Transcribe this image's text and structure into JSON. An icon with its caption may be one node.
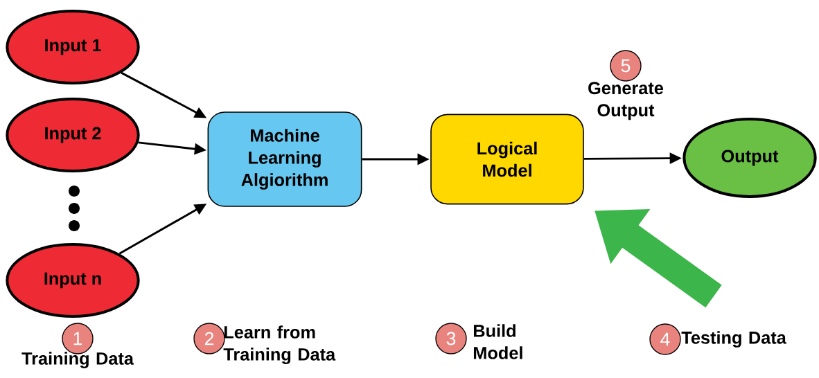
{
  "diagram": {
    "nodes": [
      {
        "text": [
          "Input 1"
        ]
      },
      {
        "text": [
          "Input 2"
        ]
      },
      {
        "text": [
          "Input n"
        ]
      },
      {
        "text": [
          "Machine Learning Algiorithm"
        ]
      },
      {
        "text": [
          "Logical Model"
        ]
      },
      {
        "text": [
          "Output"
        ]
      },
      {
        "text": [
          "1"
        ],
        "beside": [
          "Training Data"
        ]
      },
      {
        "text": [
          "2"
        ],
        "beside": [
          "Learn from Training Data"
        ]
      },
      {
        "text": [
          "3"
        ],
        "beside": [
          "Build Model"
        ]
      },
      {
        "text": [
          "4"
        ],
        "beside": [
          "Testing Data"
        ]
      },
      {
        "text": [
          "5"
        ],
        "beside": [
          "Generate Output"
        ]
      }
    ],
    "edges": [
      {
        "from": 0,
        "to": 3,
        "arrow": "to"
      },
      {
        "from": 1,
        "to": 3,
        "arrow": "to"
      },
      {
        "from": 2,
        "to": 3,
        "arrow": "to"
      },
      {
        "from": 3,
        "to": 4,
        "arrow": "to"
      },
      {
        "from": 4,
        "to": 5,
        "arrow": "to"
      },
      {
        "from": null,
        "to": 4,
        "arrow": "to",
        "style": "thick",
        "color": "#3cb54a"
      }
    ]
  }
}
